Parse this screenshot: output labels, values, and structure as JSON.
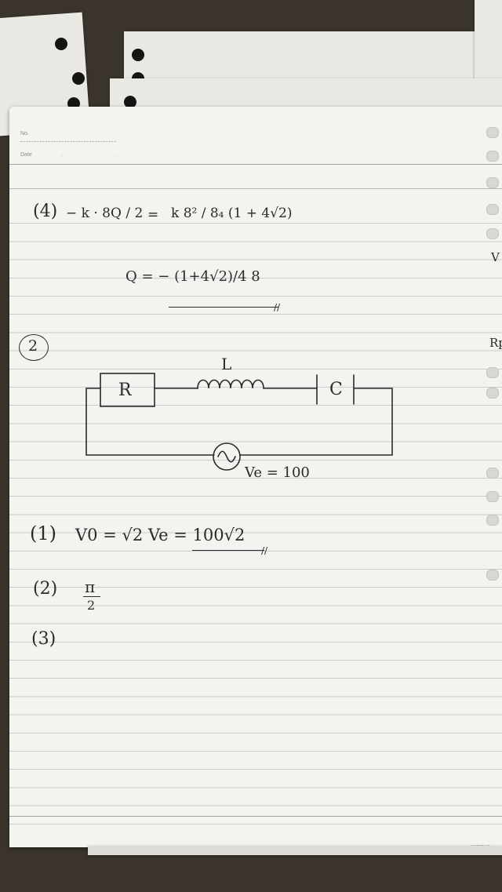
{
  "header": {
    "no_label": "No.",
    "date_label": "Date",
    "date_separators": ". ."
  },
  "handwriting": {
    "q4_label": "(4)",
    "q4_lhs": "− k · 8Q / 2",
    "q4_equals": "=",
    "q4_rhs": "k 8² / 8₄ (1 + 4√2)",
    "q4_result": "Q = − (1+4√2)/4 8",
    "q4_end_mark": "//",
    "section_label": "2",
    "circuit_R": "R",
    "circuit_L": "L",
    "circuit_C": "C",
    "circuit_source": "Ve = 100",
    "p1_label": "(1)",
    "p1_text": "V0 = √2 Ve = 100√2",
    "p1_end_mark": "//",
    "p2_label": "(2)",
    "p2_num": "π",
    "p2_den": "2",
    "p3_label": "(3)"
  },
  "margin_fragments": {
    "right_text_1": "V",
    "right_text_2": "Rp"
  },
  "footer": {
    "brand": "campus"
  },
  "colors": {
    "desk": "#3a342d",
    "paper": "#f3f3ef",
    "rule_line": "#c9cdd2",
    "ink": "#2a2a2a"
  }
}
